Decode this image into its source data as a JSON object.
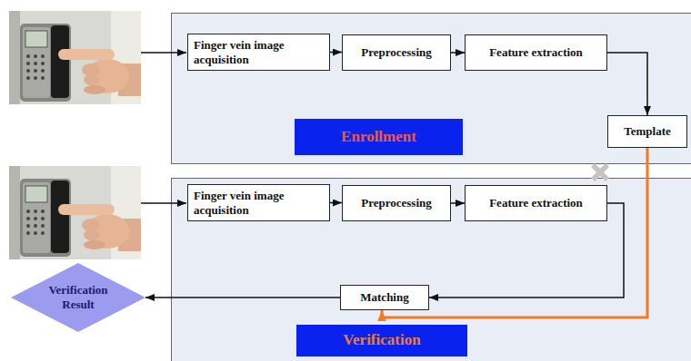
{
  "diagram": {
    "nodes": [
      {
        "text": [
          "Finger vein image acquisition"
        ]
      },
      {
        "text": [
          "Preprocessing"
        ]
      },
      {
        "text": [
          "Feature extraction"
        ]
      },
      {
        "text": [
          "Template"
        ]
      },
      {
        "text": [
          "Enrollment"
        ]
      },
      {
        "text": [
          "Finger vein image acquisition"
        ]
      },
      {
        "text": [
          "Preprocessing"
        ]
      },
      {
        "text": [
          "Feature extraction"
        ]
      },
      {
        "text": [
          "Verification Result"
        ]
      },
      {
        "text": [
          "Matching"
        ]
      },
      {
        "text": [
          "Verification"
        ]
      }
    ],
    "edges": [
      {
        "from": 0,
        "to": 1,
        "arrow": "to"
      },
      {
        "from": 1,
        "to": 2,
        "arrow": "to"
      },
      {
        "from": 2,
        "to": 3,
        "arrow": "to"
      },
      {
        "from": 5,
        "to": 6,
        "arrow": "to"
      },
      {
        "from": 6,
        "to": 7,
        "arrow": "to"
      },
      {
        "from": 7,
        "to": 9,
        "arrow": "to"
      },
      {
        "from": 3,
        "to": 9,
        "arrow": "to"
      },
      {
        "from": 9,
        "to": 8,
        "arrow": "to"
      }
    ]
  }
}
